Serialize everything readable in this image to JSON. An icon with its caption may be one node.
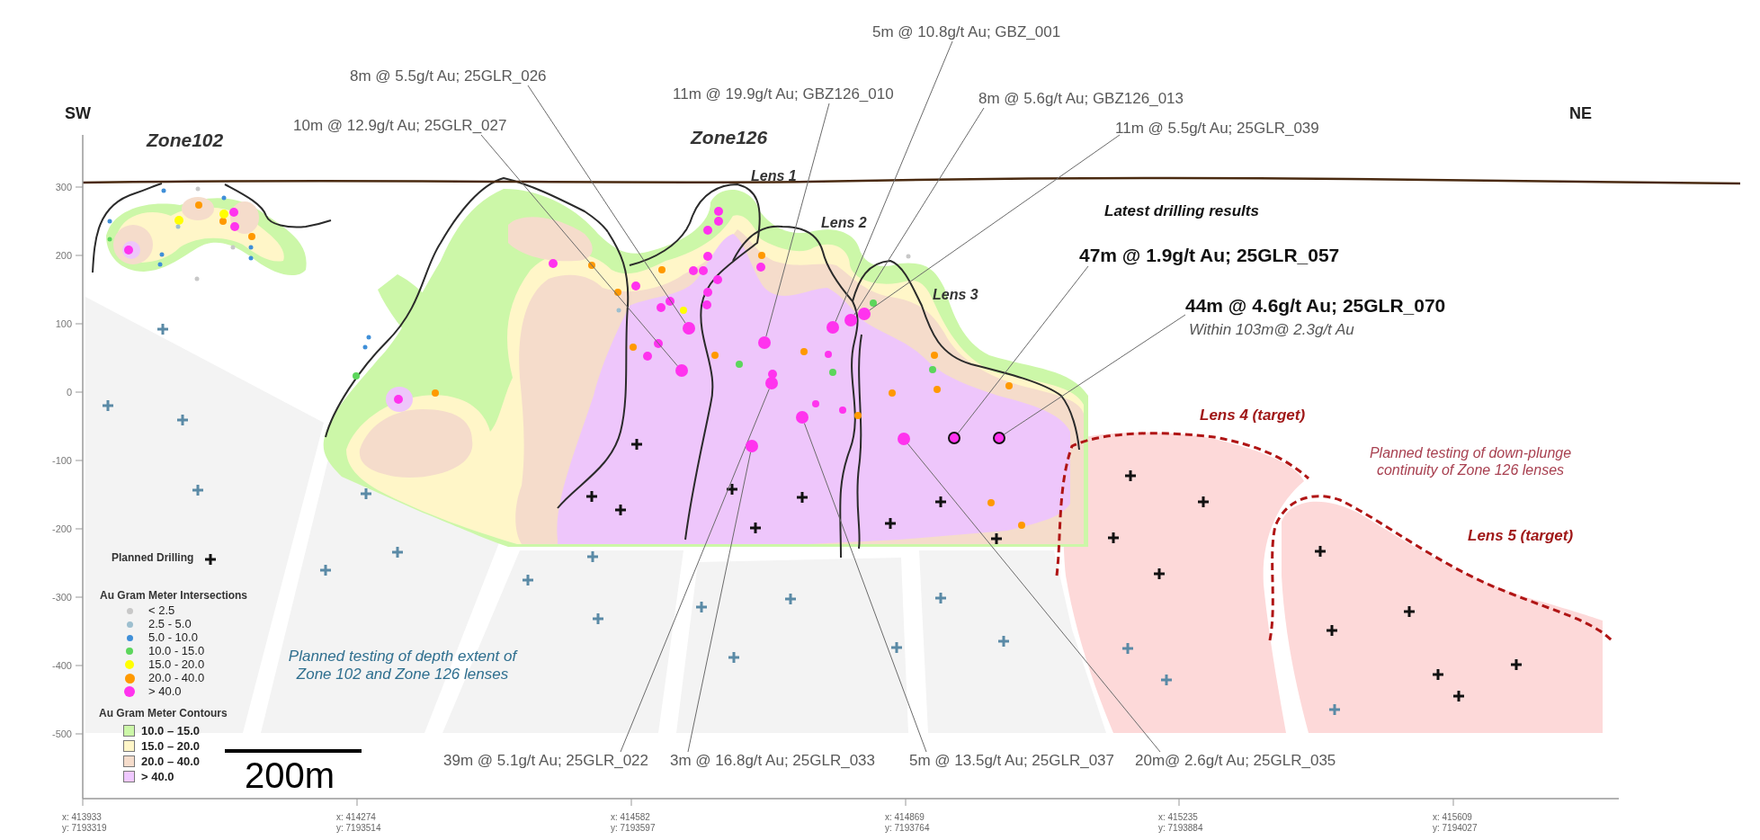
{
  "diagram": {
    "nodes": [
      {
        "text": [
          "5m @ 10.8g/t Au; GBZ_001"
        ]
      },
      {
        "text": [
          "8m @ 5.5g/t Au; 25GLR_026"
        ]
      },
      {
        "text": [
          "11m @ 19.9g/t Au; GBZ126_010"
        ]
      },
      {
        "text": [
          "8m @ 5.6g/t Au; GBZ126_013"
        ]
      },
      {
        "text": [
          "10m @ 12.9g/t Au; 25GLR_027"
        ]
      },
      {
        "text": [
          "11m @ 5.5g/t Au; 25GLR_039"
        ]
      },
      {
        "text": [
          "47m @ 1.9g/t Au; 25GLR_057"
        ]
      },
      {
        "text": [
          "44m @ 4.6g/t Au; 25GLR_070"
        ],
        "beside": [
          "Within 103m@ 2.3g/t Au"
        ]
      },
      {
        "text": [
          "39m @ 5.1g/t Au; 25GLR_022"
        ]
      },
      {
        "text": [
          "3m @ 16.8g/t Au; 25GLR_033"
        ]
      },
      {
        "text": [
          "5m @ 13.5g/t Au; 25GLR_037"
        ]
      },
      {
        "text": [
          "20m@ 2.6g/t Au; 25GLR_035"
        ]
      },
      {
        "text": [],
        "shape": "circle"
      },
      {
        "text": [],
        "shape": "circle"
      },
      {
        "text": [],
        "shape": "circle"
      },
      {
        "text": [],
        "shape": "circle"
      },
      {
        "text": [],
        "shape": "circle"
      },
      {
        "text": [],
        "shape": "circle"
      },
      {
        "text": [],
        "shape": "circle"
      },
      {
        "text": [],
        "shape": "circle"
      },
      {
        "text": [],
        "shape": "circle"
      },
      {
        "text": [],
        "shape": "circle"
      },
      {
        "text": [],
        "shape": "circle"
      },
      {
        "text": [],
        "shape": "circle"
      }
    ],
    "edges": [
      {
        "from": 0,
        "to": 18,
        "arrow": "none"
      },
      {
        "from": 1,
        "to": 13,
        "arrow": "none"
      },
      {
        "from": 2,
        "to": 15,
        "arrow": "none"
      },
      {
        "from": 3,
        "to": 19,
        "arrow": "none"
      },
      {
        "from": 4,
        "to": 12,
        "arrow": "none"
      },
      {
        "from": 5,
        "to": 20,
        "arrow": "none"
      },
      {
        "from": 6,
        "to": 22,
        "arrow": "none"
      },
      {
        "from": 7,
        "to": 23,
        "arrow": "none"
      },
      {
        "from": 8,
        "to": 16,
        "arrow": "none"
      },
      {
        "from": 9,
        "to": 14,
        "arrow": "none"
      },
      {
        "from": 10,
        "to": 17,
        "arrow": "none"
      },
      {
        "from": 11,
        "to": 21,
        "arrow": "none"
      }
    ],
    "labels": [
      "SW",
      "NE",
      "Zone102",
      "Zone126",
      "Lens 1",
      "Lens 2",
      "Latest drilling results",
      "Lens 3",
      "Lens 4 (target)",
      "Planned testing of down-plunge continuity of Zone 126 lenses",
      "Lens 5 (target)",
      "Planned testing of depth extent of Zone 102 and Zone 126 lenses",
      "Au Gram Meter Intersections",
      "Au Gram Meter Contours",
      "200m",
      "300",
      "200",
      "100",
      "0",
      "-100",
      "-200",
      "-300",
      "-400",
      "-500",
      "x: 413933",
      "y: 7193319",
      "x: 414274",
      "y: 7193514",
      "x: 414582",
      "y: 7193597",
      "x: 414869",
      "y: 7193764",
      "x: 415235",
      "y: 7193884",
      "x: 415609",
      "y: 7194027"
    ],
    "legend": [
      {
        "text": "Planned Drilling"
      },
      {
        "text": "< 2.5",
        "color": "#c8c8c8"
      },
      {
        "text": "2.5 - 5.0",
        "color": "#9dbfcf"
      },
      {
        "text": "5.0 - 10.0",
        "color": "#3f8fd8"
      },
      {
        "text": "10.0 - 15.0",
        "color": "#5cd65c"
      },
      {
        "text": "15.0 - 20.0",
        "color": "#ffff00"
      },
      {
        "text": "20.0 - 40.0",
        "color": "#ff9900"
      },
      {
        "text": "> 40.0",
        "color": "#ff33ee"
      },
      {
        "text": "10.0 – 15.0",
        "color": "#ccf7a8"
      },
      {
        "text": "15.0 – 20.0",
        "color": "#fff6c8"
      },
      {
        "text": "20.0 – 40.0",
        "color": "#f5dccb"
      },
      {
        "text": "> 40.0",
        "color": "#efc8ff"
      }
    ]
  }
}
